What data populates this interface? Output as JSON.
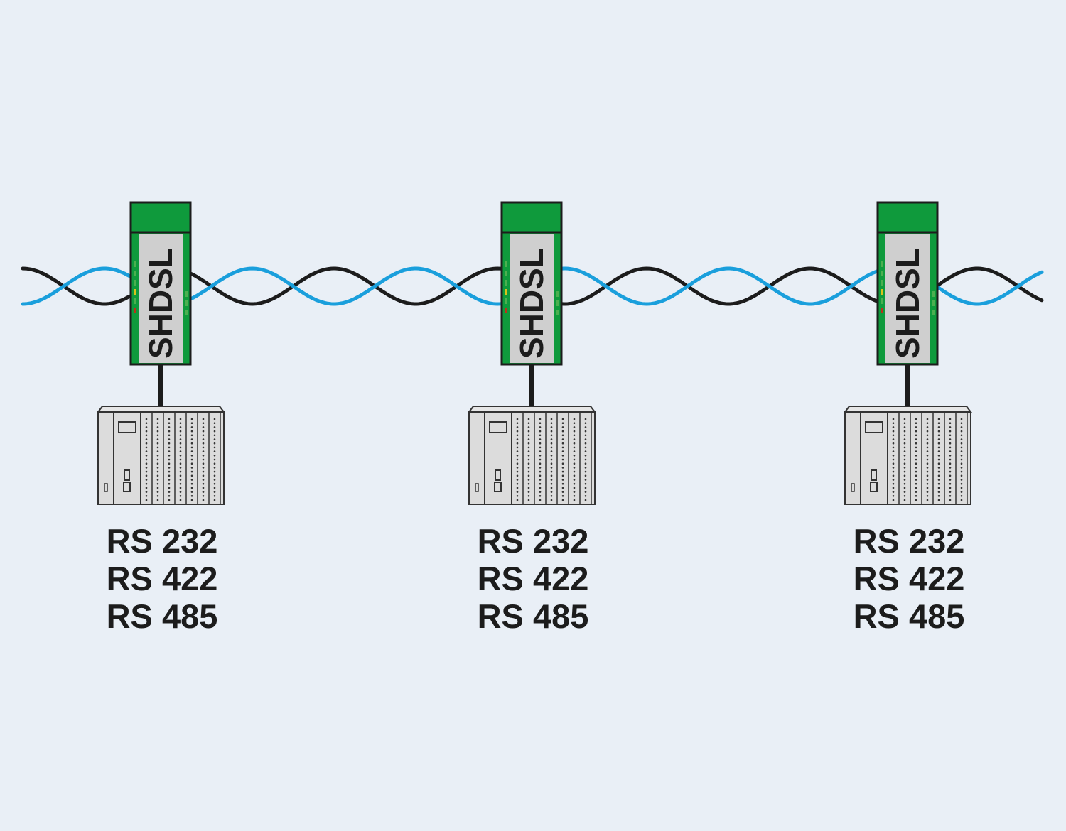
{
  "colors": {
    "background": "#e9eff6",
    "cable_blue": "#1a9fdc",
    "cable_black": "#1c1c1c",
    "device_green": "#0f9a3c",
    "device_gray": "#cfcfcf",
    "plc_gray": "#dcdcdc"
  },
  "nodes": [
    {
      "device_label": "SHDSL",
      "interfaces": [
        "RS 232",
        "RS 422",
        "RS 485"
      ]
    },
    {
      "device_label": "SHDSL",
      "interfaces": [
        "RS 232",
        "RS 422",
        "RS 485"
      ]
    },
    {
      "device_label": "SHDSL",
      "interfaces": [
        "RS 232",
        "RS 422",
        "RS 485"
      ]
    }
  ]
}
